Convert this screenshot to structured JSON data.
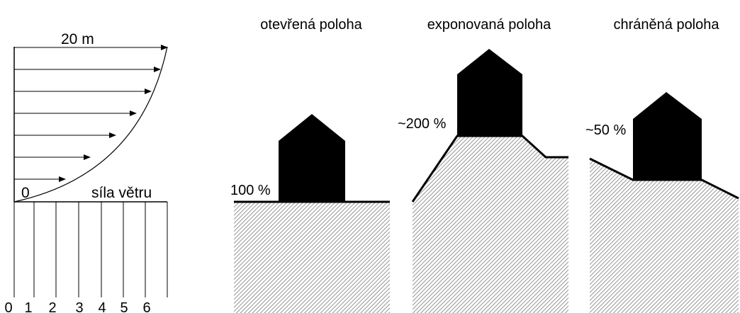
{
  "profile": {
    "height_label": "20 m",
    "zero_label": "0",
    "axis_label": "síla větru",
    "ticks": [
      "0",
      "1",
      "2",
      "3",
      "4",
      "5",
      "6"
    ]
  },
  "panels": [
    {
      "title": "otevřená poloha",
      "percent": "100 %"
    },
    {
      "title": "exponovaná poloha",
      "percent": "~200 %"
    },
    {
      "title": "chráněná poloha",
      "percent": "~50 %"
    }
  ],
  "colors": {
    "ink": "#000000",
    "hatch": "#8c8c8c",
    "background": "#ffffff"
  }
}
